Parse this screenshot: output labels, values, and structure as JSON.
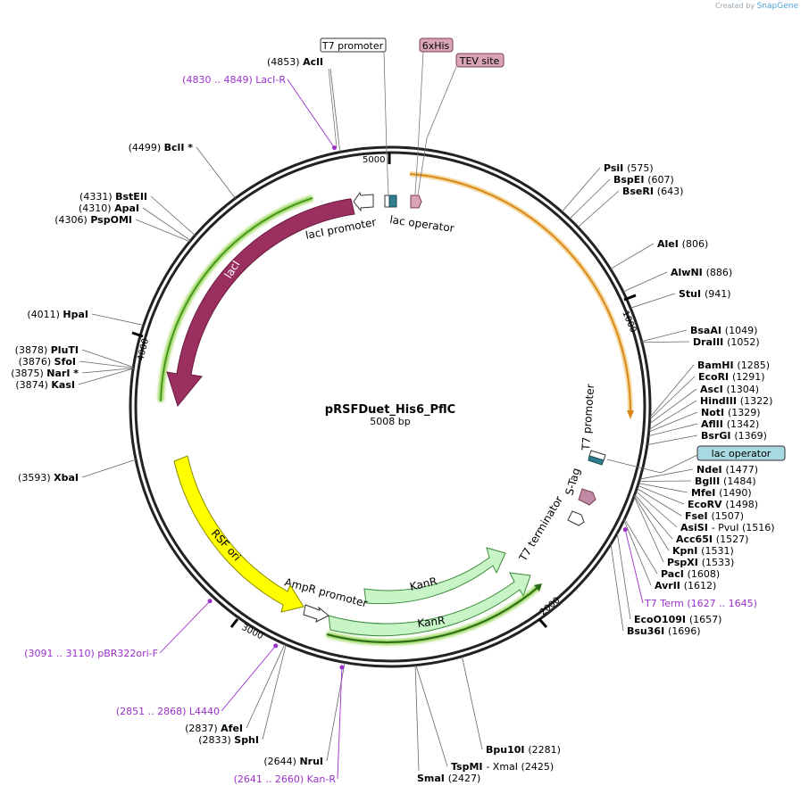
{
  "brand": {
    "prefix": "Created by",
    "name": "SnapGene"
  },
  "map": {
    "name": "pRSFDuet_His6_PflC",
    "length_label": "5008 bp",
    "length": 5008,
    "ticks": [
      {
        "pos": 1000,
        "label": "1000"
      },
      {
        "pos": 2000,
        "label": "2000"
      },
      {
        "pos": 3000,
        "label": "3000"
      },
      {
        "pos": 4000,
        "label": "4000"
      },
      {
        "pos": 5000,
        "label": "5000"
      }
    ],
    "colors": {
      "lacI": "#9b2f5f",
      "lacI_glow": "#8ed14a",
      "orf": "#e8a33a",
      "kanr": "#c8f5c8",
      "kanr_stroke": "#3b8a3b",
      "ori": "#ffff00",
      "promoter": "#ffffff",
      "operator": "#2f7f8f",
      "his": "#d9a3b8",
      "primer": "#9b30c9"
    }
  },
  "top_boxes": [
    {
      "name": "t7-promoter-box",
      "text": "T7 promoter",
      "fill": "#ffffff"
    },
    {
      "name": "6xhis-box",
      "text": "6xHis",
      "fill": "#d9a3b8"
    },
    {
      "name": "tev-site-box",
      "text": "TEV site",
      "fill": "#d9a3b8"
    },
    {
      "name": "lac-operator-box",
      "text": "lac operator",
      "fill": "#a8d8e0"
    }
  ],
  "feature_labels": {
    "laci_promoter": "lacI promoter",
    "lac_operator": "lac operator",
    "laci": "lacI",
    "t7_promoter": "T7 promoter",
    "s_tag": "S-Tag",
    "t7_terminator": "T7 terminator",
    "rsf_ori": "RSF ori",
    "ampr_promoter": "AmpR promoter",
    "kanr_1": "KanR",
    "kanr_2": "KanR"
  },
  "sites": [
    {
      "name": "PsiI",
      "pos": "(575)"
    },
    {
      "name": "BspEI",
      "pos": "(607)"
    },
    {
      "name": "BseRI",
      "pos": "(643)"
    },
    {
      "name": "AleI",
      "pos": "(806)"
    },
    {
      "name": "AlwNI",
      "pos": "(886)"
    },
    {
      "name": "StuI",
      "pos": "(941)"
    },
    {
      "name": "BsaAI",
      "pos": "(1049)"
    },
    {
      "name": "DraIII",
      "pos": "(1052)"
    },
    {
      "name": "BamHI",
      "pos": "(1285)"
    },
    {
      "name": "EcoRI",
      "pos": "(1291)"
    },
    {
      "name": "AscI",
      "pos": "(1304)"
    },
    {
      "name": "HindIII",
      "pos": "(1322)"
    },
    {
      "name": "NotI",
      "pos": "(1329)"
    },
    {
      "name": "AflII",
      "pos": "(1342)"
    },
    {
      "name": "BsrGI",
      "pos": "(1369)"
    },
    {
      "name": "NdeI",
      "pos": "(1477)"
    },
    {
      "name": "BglII",
      "pos": "(1484)"
    },
    {
      "name": "MfeI",
      "pos": "(1490)"
    },
    {
      "name": "EcoRV",
      "pos": "(1498)"
    },
    {
      "name": "FseI",
      "pos": "(1507)"
    },
    {
      "name": "AsiSI",
      "pos": "- PvuI",
      "extra": "(1516)"
    },
    {
      "name": "Acc65I",
      "pos": "(1527)"
    },
    {
      "name": "KpnI",
      "pos": "(1531)"
    },
    {
      "name": "PspXI",
      "pos": "(1533)"
    },
    {
      "name": "PacI",
      "pos": "(1608)"
    },
    {
      "name": "AvrII",
      "pos": "(1612)"
    },
    {
      "name": "EcoO109I",
      "pos": "(1657)"
    },
    {
      "name": "Bsu36I",
      "pos": "(1696)"
    },
    {
      "name": "Bpu10I",
      "pos": "(2281)"
    },
    {
      "name": "TspMI",
      "pos": "- XmaI",
      "extra": "(2425)"
    },
    {
      "name": "SmaI",
      "pos": "(2427)"
    },
    {
      "name": "NruI",
      "pos": "(2644)"
    },
    {
      "name": "SphI",
      "pos": "(2833)"
    },
    {
      "name": "AfeI",
      "pos": "(2837)"
    },
    {
      "name": "XbaI",
      "pos": "(3593)"
    },
    {
      "name": "KasI",
      "pos": "(3874)"
    },
    {
      "name": "NarI *",
      "pos": "(3875)"
    },
    {
      "name": "SfoI",
      "pos": "(3876)"
    },
    {
      "name": "PluTI",
      "pos": "(3878)"
    },
    {
      "name": "HpaI",
      "pos": "(4011)"
    },
    {
      "name": "PspOMI",
      "pos": "(4306)"
    },
    {
      "name": "ApaI",
      "pos": "(4310)"
    },
    {
      "name": "BstEII",
      "pos": "(4331)"
    },
    {
      "name": "BclI *",
      "pos": "(4499)"
    },
    {
      "name": "AclI",
      "pos": "(4853)"
    }
  ],
  "primers": [
    {
      "name": "LacI-R",
      "range": "(4830 .. 4849)"
    },
    {
      "name": "T7 Term",
      "range": "(1627 .. 1645)"
    },
    {
      "name": "pBR322ori-F",
      "range": "(3091 .. 3110)"
    },
    {
      "name": "L4440",
      "range": "(2851 .. 2868)"
    },
    {
      "name": "Kan-R",
      "range": "(2641 .. 2660)"
    }
  ]
}
